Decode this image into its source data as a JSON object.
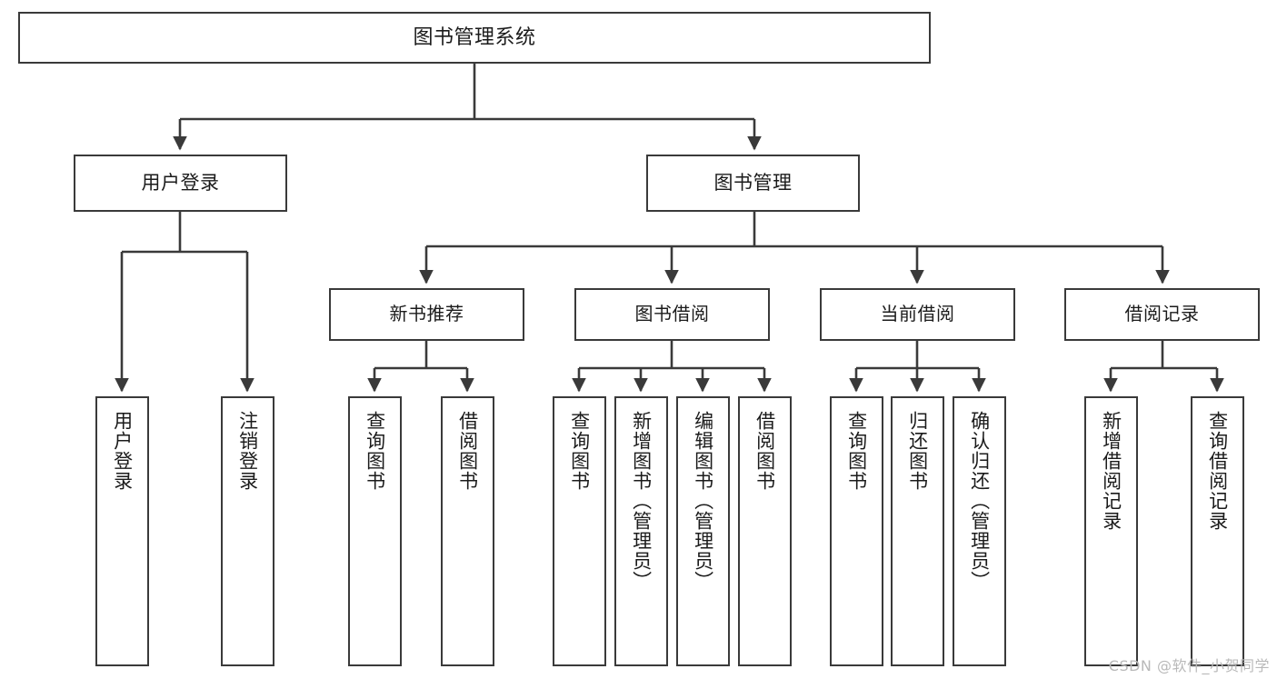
{
  "diagram": {
    "title": "图书管理系统",
    "type": "hierarchy-tree",
    "watermark": "CSDN @软件_小贺同学",
    "colors": {
      "stroke": "#3a3a3a",
      "fill": "#ffffff",
      "text": "#1b1b1b",
      "watermark": "#b9b9b9"
    },
    "root": {
      "label": "图书管理系统"
    },
    "level1": [
      {
        "label": "用户登录"
      },
      {
        "label": "图书管理"
      }
    ],
    "level2": [
      {
        "label": "新书推荐"
      },
      {
        "label": "图书借阅"
      },
      {
        "label": "当前借阅"
      },
      {
        "label": "借阅记录"
      }
    ],
    "leaves": {
      "user_login": [
        {
          "label": "用户登录"
        },
        {
          "label": "注销登录"
        }
      ],
      "new_book_recommend": [
        {
          "label": "查询图书"
        },
        {
          "label": "借阅图书"
        }
      ],
      "book_borrow": [
        {
          "label": "查询图书"
        },
        {
          "label": "新增图书（管理员）"
        },
        {
          "label": "编辑图书（管理员）"
        },
        {
          "label": "借阅图书"
        }
      ],
      "current_borrow": [
        {
          "label": "查询图书"
        },
        {
          "label": "归还图书"
        },
        {
          "label": "确认归还（管理员）"
        }
      ],
      "borrow_record": [
        {
          "label": "新增借阅记录"
        },
        {
          "label": "查询借阅记录"
        }
      ]
    }
  }
}
